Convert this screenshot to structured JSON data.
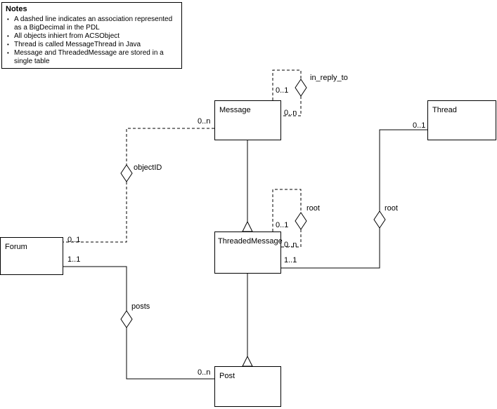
{
  "notes": {
    "title": "Notes",
    "items": [
      "A dashed line indicates an association represented\nas a BigDecimal in the PDL",
      "All objects inhiert from ACSObject",
      "Thread is called MessageThread in Java",
      "Message and ThreadedMessage are stored in a\nsingle table"
    ]
  },
  "classes": {
    "message": "Message",
    "thread": "Thread",
    "forum": "Forum",
    "threaded_message": "ThreadedMessage",
    "post": "Post"
  },
  "associations": {
    "in_reply_to": "in_reply_to",
    "object_id": "objectID",
    "root_self": "root",
    "root_thread": "root",
    "posts": "posts"
  },
  "multiplicities": {
    "message_self_target": "0..1",
    "message_self_source": "0..n",
    "message_to_forum": "0..n",
    "forum_object_id": "0..1",
    "forum_posts": "1..1",
    "thread_root": "0..1",
    "tm_self_target": "0..1",
    "tm_self_source": "0..n",
    "tm_to_thread": "1..1",
    "post_to_forum": "0..n"
  }
}
